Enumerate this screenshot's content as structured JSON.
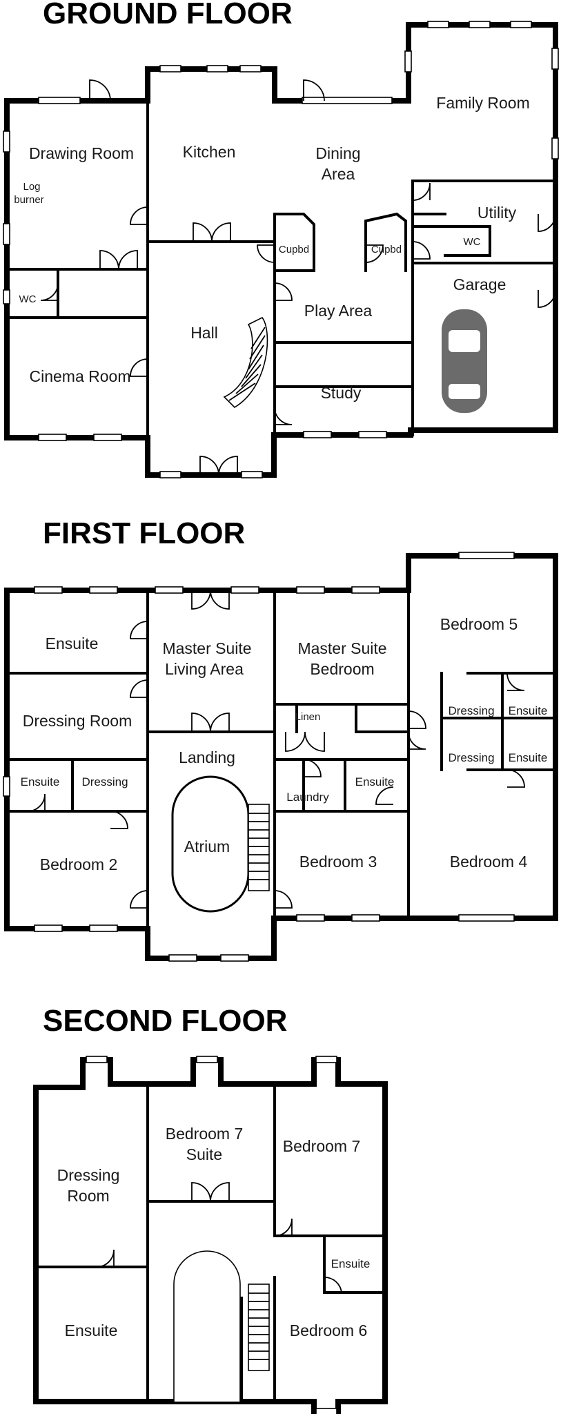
{
  "floors": [
    {
      "title": "GROUND FLOOR",
      "rooms": {
        "drawing_room": "Drawing Room",
        "log_burner_1": "Log",
        "log_burner_2": "burner",
        "kitchen": "Kitchen",
        "dining_1": "Dining",
        "dining_2": "Area",
        "family_room": "Family Room",
        "utility": "Utility",
        "wc_utility": "WC",
        "cupbd_left": "Cupbd",
        "cupbd_right": "Cupbd",
        "wc_left": "WC",
        "hall": "Hall",
        "play_area": "Play Area",
        "garage": "Garage",
        "cinema_room": "Cinema Room",
        "study": "Study"
      }
    },
    {
      "title": "FIRST FLOOR",
      "rooms": {
        "ensuite_tl": "Ensuite",
        "master_living_1": "Master Suite",
        "master_living_2": "Living Area",
        "master_bed_1": "Master Suite",
        "master_bed_2": "Bedroom",
        "bedroom5": "Bedroom 5",
        "dressing_room": "Dressing Room",
        "linen": "Linen",
        "dressing_b5": "Dressing",
        "ensuite_b5": "Ensuite",
        "dressing_b4": "Dressing",
        "ensuite_b4": "Ensuite",
        "landing": "Landing",
        "ensuite_b2": "Ensuite",
        "dressing_b2": "Dressing",
        "laundry": "Laundry",
        "ensuite_b3": "Ensuite",
        "atrium": "Atrium",
        "bedroom2": "Bedroom 2",
        "bedroom3": "Bedroom 3",
        "bedroom4": "Bedroom 4"
      }
    },
    {
      "title": "SECOND FLOOR",
      "rooms": {
        "bed7_suite_1": "Bedroom 7",
        "bed7_suite_2": "Suite",
        "bedroom7": "Bedroom 7",
        "dressing_1": "Dressing",
        "dressing_2": "Room",
        "ensuite_b6": "Ensuite",
        "ensuite_l": "Ensuite",
        "bedroom6": "Bedroom 6"
      }
    }
  ],
  "icons": {
    "car": "car-icon",
    "stairs": "staircase-icon"
  }
}
